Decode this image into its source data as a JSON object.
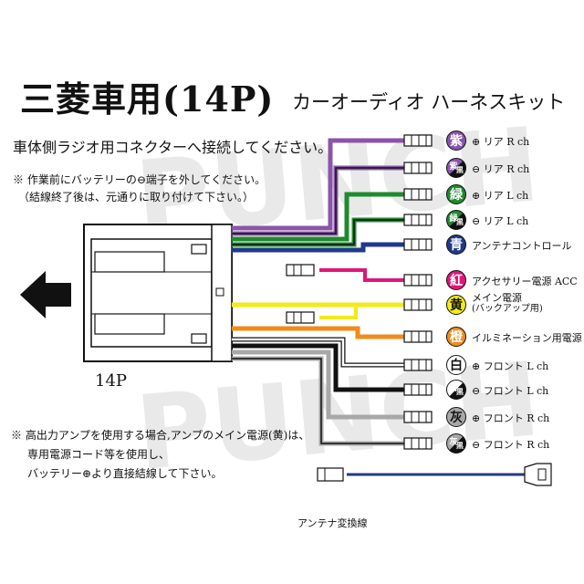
{
  "title": "三菱車用(14P)",
  "subtitle": "カーオーディオ ハーネスキット",
  "instruction": "車体側ラジオ用コネクターへ接続してください。",
  "note_top": [
    "※ 作業前にバッテリーの⊖端子を外してください。",
    "（結線終了後は、元通りに取り付けて下さい。）"
  ],
  "note_bottom": [
    "※ 高出力アンプを使用する場合,アンプのメイン電源(黄)は、",
    "専用電源コード等を使用し、",
    "バッテリー⊕より直接結線して下さい。"
  ],
  "connector_label": "14P",
  "watermark": "PUNCH",
  "antenna_label": "アンテナ変換線",
  "wires": [
    {
      "color_char": "紫",
      "sub": "",
      "desc": "⊕ リア R ch",
      "color": "#8a55a8"
    },
    {
      "color_char": "紫",
      "sub": "黒",
      "desc": "⊖ リア R ch",
      "color": "#8a55a8"
    },
    {
      "color_char": "緑",
      "sub": "",
      "desc": "⊕ リア L ch",
      "color": "#1f8a2e"
    },
    {
      "color_char": "緑",
      "sub": "黒",
      "desc": "⊖ リア L ch",
      "color": "#1f8a2e"
    },
    {
      "color_char": "青",
      "sub": "",
      "desc": "アンテナコントロール",
      "color": "#1f3a8a"
    },
    {
      "color_char": "紅",
      "sub": "",
      "desc": "アクセサリー電源 ACC",
      "color": "#e0157a"
    },
    {
      "color_char": "黄",
      "sub": "",
      "desc": "メイン電源",
      "desc2": "(バックアップ用)",
      "color": "#f2ea1a"
    },
    {
      "color_char": "橙",
      "sub": "",
      "desc": "イルミネーション用電源",
      "color": "#ef8c1a"
    },
    {
      "color_char": "白",
      "sub": "",
      "desc": "⊕ フロント L ch",
      "color": "#ffffff"
    },
    {
      "color_char": "白",
      "sub": "黒",
      "desc": "⊖ フロント L ch",
      "color": "#ffffff"
    },
    {
      "color_char": "灰",
      "sub": "",
      "desc": "⊕ フロント R ch",
      "color": "#a8a8a8"
    },
    {
      "color_char": "灰",
      "sub": "黒",
      "desc": "⊖ フロント R ch",
      "color": "#a8a8a8"
    }
  ]
}
